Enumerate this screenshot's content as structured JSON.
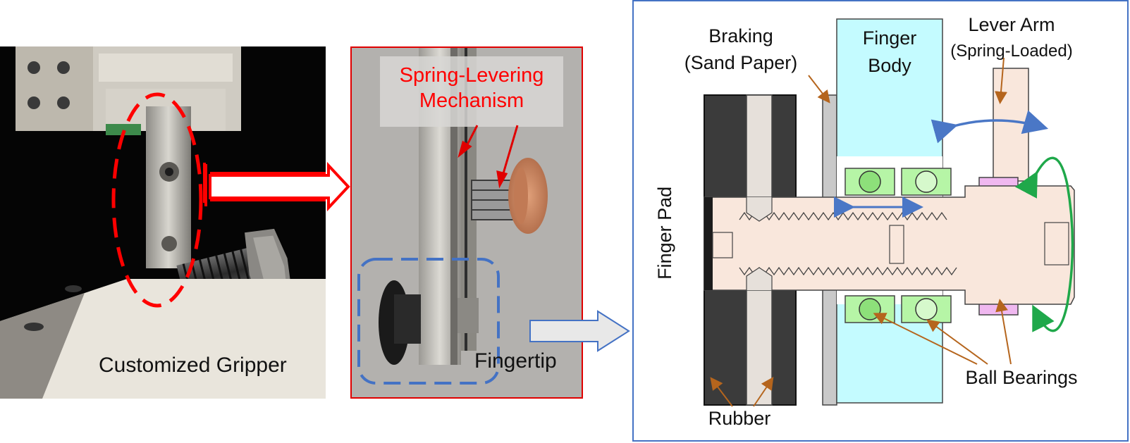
{
  "panels": {
    "photo_gripper": {
      "caption": "Customized Gripper"
    },
    "photo_fingertip": {
      "mechanism_label_line1": "Spring-Levering",
      "mechanism_label_line2": "Mechanism",
      "caption": "Fingertip"
    },
    "diagram": {
      "braking_line1": "Braking",
      "braking_line2": "(Sand Paper)",
      "finger_body_line1": "Finger",
      "finger_body_line2": "Body",
      "lever_arm_line1": "Lever Arm",
      "lever_arm_line2": "(Spring-Loaded)",
      "finger_pad": "Finger Pad",
      "ball_bearings": "Ball Bearings",
      "rubber": "Rubber"
    }
  },
  "colors": {
    "highlight_red": "#ff0000",
    "highlight_blue": "#4472c4",
    "finger_body": "#c4fbff",
    "bearing_green": "#b6f5a6",
    "lever_pink": "#f0b8f0",
    "screw": "#f9e7dc",
    "rubber": "#3b3b3b",
    "arrow_motion_blue": "#4a77c6",
    "arrow_rotation_green": "#1fa84a",
    "leader_brown": "#b5651d"
  }
}
